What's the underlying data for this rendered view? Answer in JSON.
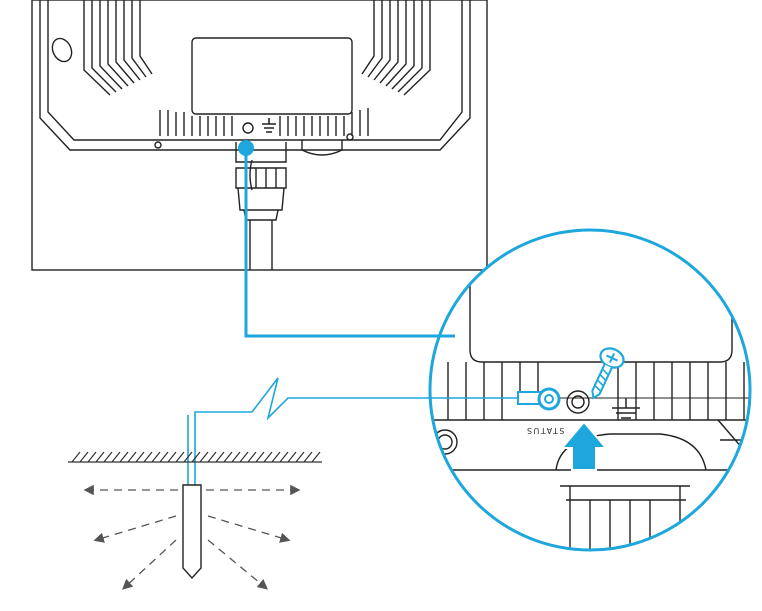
{
  "diagram": {
    "status_label": "STATUS",
    "colors": {
      "line": "#222222",
      "accent": "#1ea7dc",
      "arrow_gray": "#555555",
      "background": "#ffffff"
    },
    "icons": [
      "device-underside-drawing",
      "ground-wire",
      "ring-terminal",
      "ground-screw-icon",
      "ground-symbol-icon",
      "up-arrow-icon",
      "grounding-rod",
      "ground-surface-hatching"
    ]
  }
}
